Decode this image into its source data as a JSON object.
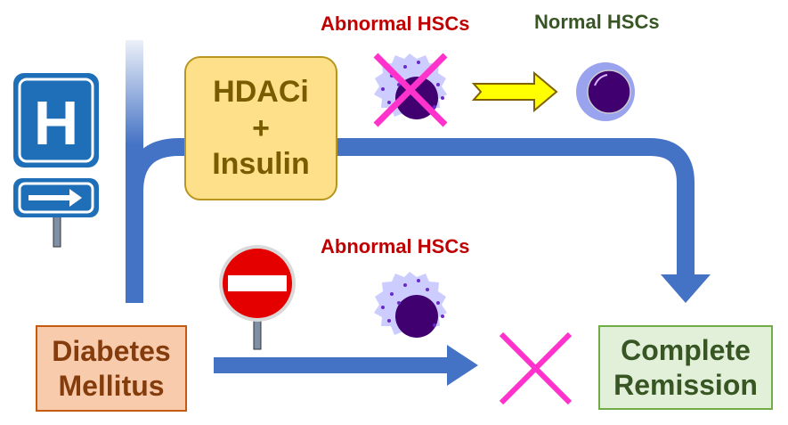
{
  "treatment_box": {
    "line1": "HDACi",
    "line2": "+",
    "line3": "Insulin"
  },
  "start_box": {
    "line1": "Diabetes",
    "line2": "Mellitus"
  },
  "end_box": {
    "line1": "Complete",
    "line2": "Remission"
  },
  "labels": {
    "abnormal_top": "Abnormal HSCs",
    "normal": "Normal HSCs",
    "abnormal_bottom": "Abnormal HSCs"
  },
  "hospital_sign": "H",
  "colors": {
    "arrow": "#4472c4",
    "abnormal": "#c00000",
    "normal": "#375623",
    "cross": "#ff33cc"
  }
}
